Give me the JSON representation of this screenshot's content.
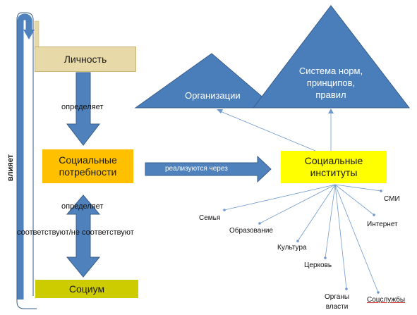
{
  "colors": {
    "arrow_blue": "#4f81bd",
    "arrow_stroke": "#385d8a",
    "triangle_blue": "#4a7ebb",
    "orange": "#ffc000",
    "yellow": "#ffff00",
    "olive": "#cccc00",
    "parchment": "#e8d9a8"
  },
  "nodes": {
    "personality": "Личность",
    "social_needs": "Социальные\nпотребности",
    "society": "Социум",
    "social_institutions": "Социальные\nинституты",
    "organizations": "Организации",
    "norms_system": "Система норм,\nпринципов,\nправил"
  },
  "edges": {
    "determines_top": "определяет",
    "determines_bottom": "определяет",
    "correspond": "соответствуют/не соответствуют",
    "realized_through": "реализуются через",
    "influences": "влияет"
  },
  "institutions": [
    "Семья",
    "Образование",
    "Культура",
    "Церковь",
    "Органы\nвласти",
    "Соцслужбы",
    "Интернет",
    "СМИ"
  ]
}
